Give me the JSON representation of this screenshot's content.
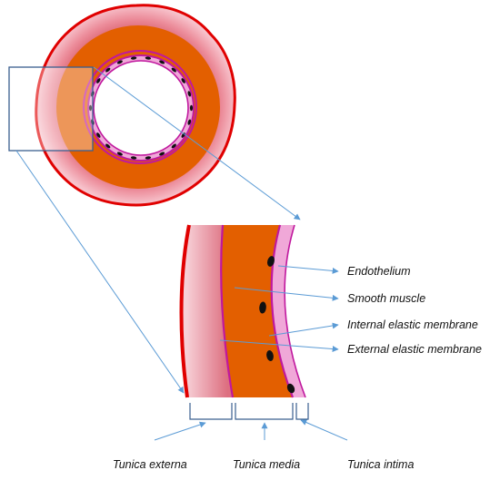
{
  "labels": {
    "endothelium": "Endothelium",
    "smooth_muscle": "Smooth muscle",
    "internal_elastic": "Internal elastic membrane",
    "external_elastic": "External elastic membrane",
    "tunica_externa": "Tunica externa",
    "tunica_media": "Tunica media",
    "tunica_intima": "Tunica intima"
  },
  "colors": {
    "adventitia_outline": "#e00000",
    "adventitia_fill": "#f4a9b6",
    "media": "#e35f00",
    "elastic_membrane": "#c0189e",
    "intima": "#f0a8d8",
    "nuclei": "#111111",
    "pointer_lines": "#5b9bd5",
    "zoom_box": "#3a5f8f"
  }
}
